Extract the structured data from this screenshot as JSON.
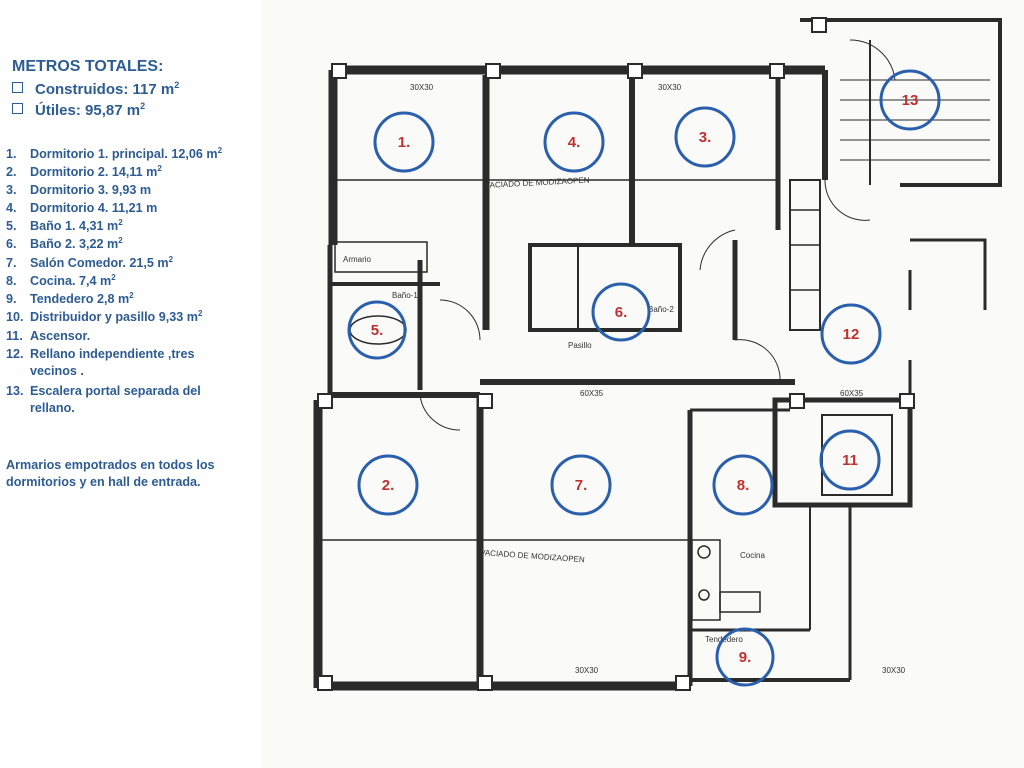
{
  "legend": {
    "title": "METROS TOTALES:",
    "totals": [
      {
        "label": "Construidos: 117 m",
        "sup": "2"
      },
      {
        "label": "Útiles: 95,87 m",
        "sup": "2"
      }
    ],
    "items": [
      {
        "num": "1.",
        "text": "Dormitorio 1. principal. 12,06 m",
        "sup": "2"
      },
      {
        "num": "2.",
        "text": "Dormitorio 2. 14,11 m",
        "sup": "2"
      },
      {
        "num": "3.",
        "text": "Dormitorio 3. 9,93 m",
        "sup": ""
      },
      {
        "num": "4.",
        "text": "Dormitorio 4. 11,21 m",
        "sup": ""
      },
      {
        "num": "5.",
        "text": "Baño 1.  4,31 m",
        "sup": "2"
      },
      {
        "num": "6.",
        "text": "Baño 2. 3,22 m",
        "sup": "2"
      },
      {
        "num": "7.",
        "text": "Salón Comedor. 21,5 m",
        "sup": "2"
      },
      {
        "num": "8.",
        "text": "Cocina. 7,4 m",
        "sup": "2"
      },
      {
        "num": "9.",
        "text": "Tendedero 2,8 m",
        "sup": "2"
      },
      {
        "num": "10.",
        "text": "Distribuidor y pasillo 9,33 m",
        "sup": "2"
      },
      {
        "num": "11.",
        "text": "Ascensor.",
        "sup": ""
      },
      {
        "num": "12.",
        "text": "Rellano independiente ,tres",
        "sup": "",
        "cont": "vecinos ."
      },
      {
        "num": "13.",
        "text": "Escalera portal separada del",
        "sup": "",
        "cont": "rellano."
      }
    ],
    "note": [
      "Armarios empotrados en todos los",
      "dormitorios y en hall de entrada."
    ]
  },
  "plan": {
    "rooms": [
      {
        "id": "1",
        "label": "1."
      },
      {
        "id": "2",
        "label": "2."
      },
      {
        "id": "3",
        "label": "3."
      },
      {
        "id": "4",
        "label": "4."
      },
      {
        "id": "5",
        "label": "5."
      },
      {
        "id": "6",
        "label": "6."
      },
      {
        "id": "7",
        "label": "7."
      },
      {
        "id": "8",
        "label": "8."
      },
      {
        "id": "9",
        "label": "9."
      },
      {
        "id": "11",
        "label": "11"
      },
      {
        "id": "12",
        "label": "12"
      },
      {
        "id": "13",
        "label": "13"
      }
    ],
    "plan_texts": {
      "vaciado_top": "VACIADO DE MODIZAOPEN",
      "vaciado_bottom": "VACIADO DE MODIZAOPEN",
      "pasillo": "Pasillo",
      "bano1": "Baño-1",
      "bano2": "Baño-2",
      "cocina": "Cocina",
      "tendedero": "Tendedero",
      "armario": "Armario",
      "dim_a": "30X30",
      "dim_b": "60X35"
    },
    "colors": {
      "circle": "#2a5fad",
      "label": "#c0302f",
      "wall": "#2b2b2b"
    }
  }
}
